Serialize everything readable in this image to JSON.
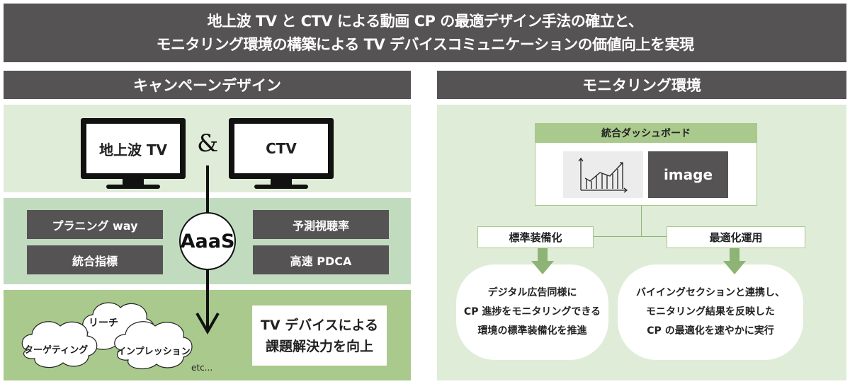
{
  "banner": {
    "line1": "地上波 TV と CTV による動画 CP の最適デザイン手法の確立と、",
    "line2": "モニタリング環境の構築による TV デバイスコミュニケーションの価値向上を実現"
  },
  "campaign": {
    "title": "キャンペーンデザイン",
    "tv_left": "地上波 TV",
    "connector_symbol": "&",
    "tv_right": "CTV",
    "hub": "AaaS",
    "features_left": [
      "プラニング way",
      "統合指標"
    ],
    "features_right": [
      "予測視聴率",
      "高速 PDCA"
    ],
    "clouds": [
      "リーチ",
      "ターゲティング",
      "インプレッション"
    ],
    "etc_label": "etc...",
    "result_lines": [
      "TV デバイスによる",
      "課題解決力を向上"
    ]
  },
  "monitoring": {
    "title": "モニタリング環境",
    "dashboard_title": "統合ダッシュボード",
    "chart_icon": "line-chart-icon",
    "image_label": "image",
    "branches": [
      {
        "label": "標準装備化",
        "lines": [
          "デジタル広告同様に",
          "CP 進捗をモニタリングできる",
          "環境の標準装備化を推進"
        ]
      },
      {
        "label": "最適化運用",
        "lines": [
          "バイイングセクションと連携し、",
          "モニタリング結果を反映した",
          "CP の最適化を速やかに実行"
        ]
      }
    ]
  },
  "colors": {
    "dark": "#555354",
    "green_light": "#dfecd7",
    "green_mid": "#c1dbbf",
    "green_dark": "#a9c98d",
    "arrow_green": "#8db474"
  }
}
